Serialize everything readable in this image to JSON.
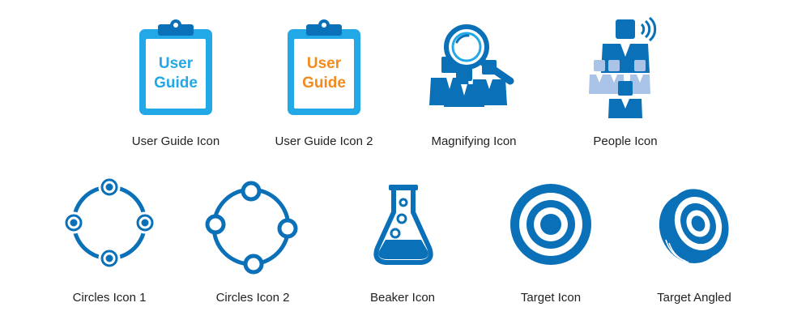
{
  "colors": {
    "primary_blue": "#0a70b8",
    "light_blue": "#22a8e6",
    "orange": "#f28b1e",
    "pale_blue": "#a9c4e6",
    "label_text": "#222222",
    "background": "#ffffff"
  },
  "icons": [
    {
      "label": "User Guide Icon",
      "glyph": "clipboard-icon",
      "clip_text": [
        "User",
        "Guide"
      ],
      "clip_text_color": "#22a8e6"
    },
    {
      "label": "User Guide Icon 2",
      "glyph": "clipboard-icon",
      "clip_text": [
        "User",
        "Guide"
      ],
      "clip_text_color": "#f28b1e"
    },
    {
      "label": "Magnifying Icon",
      "glyph": "magnifying-glass-people-icon"
    },
    {
      "label": "People Icon",
      "glyph": "people-speaker-icon"
    },
    {
      "label": "Circles Icon 1",
      "glyph": "circles-ring-icon"
    },
    {
      "label": "Circles Icon 2",
      "glyph": "circles-ring-icon"
    },
    {
      "label": "Beaker Icon",
      "glyph": "beaker-icon"
    },
    {
      "label": "Target Icon",
      "glyph": "target-icon"
    },
    {
      "label": "Target Angled",
      "glyph": "target-angled-icon"
    }
  ]
}
